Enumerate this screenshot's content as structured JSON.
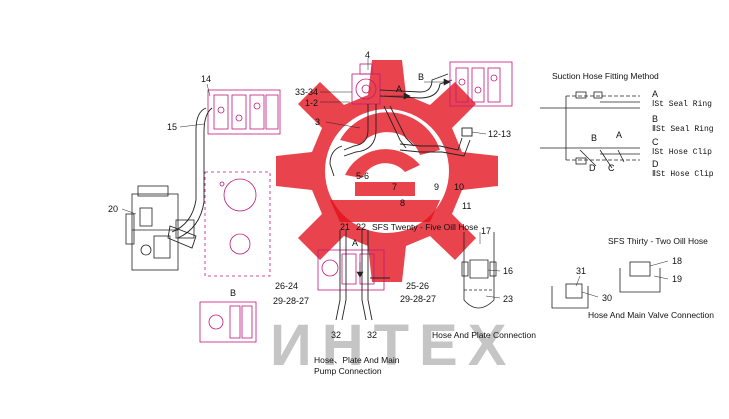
{
  "watermark": {
    "text": "ИНТЕХ",
    "color": "#e3101b"
  },
  "captions": {
    "suction_hose_fitting_method": "Suction Hose Fitting Method",
    "sfs_twenty_five": "SFS Twenty - Five Oill Hose",
    "sfs_thirty_two": "SFS Thirty - Two Oill Hose",
    "hose_and_plate": "Hose  And  Plate  Connection",
    "hose_and_main_valve": "Hose And Main Valve  Connection",
    "hose_plate_main_pump_line1": "Hose、Plate And Main",
    "hose_plate_main_pump_line2": "Pump Connection",
    "view_b_bottom": "B"
  },
  "legend": [
    {
      "letter": "A",
      "text": "ⅠSt Seal Ring"
    },
    {
      "letter": "B",
      "text": "ⅡSt Seal Ring"
    },
    {
      "letter": "C",
      "text": "ⅠSt Hose Clip"
    },
    {
      "letter": "D",
      "text": "ⅡSt Hose Clip"
    }
  ],
  "callouts": {
    "n4": "4",
    "n33_34": "33-34",
    "n1_2": "1-2",
    "n3": "3",
    "n14": "14",
    "n15": "15",
    "n5_6": "5-6",
    "n7": "7",
    "n8": "8",
    "n9": "9",
    "n10": "10",
    "n11": "11",
    "n12_13": "12-13",
    "n20": "20",
    "n21": "21",
    "n22": "22",
    "n17": "17",
    "n16": "16",
    "n23": "23",
    "n26_24": "26-24",
    "n25_26": "25-26",
    "n29_28_27_left": "29-28-27",
    "n29_28_27_right": "29-28-27",
    "n32_left": "32",
    "n32_right": "32",
    "n18": "18",
    "n19": "19",
    "n31": "31",
    "n30": "30",
    "arrow_a_top": "A",
    "arrow_b_top": "B",
    "arrow_a_mid": "A",
    "fit_a": "A",
    "fit_b": "B",
    "fit_c": "C",
    "fit_d": "D"
  }
}
